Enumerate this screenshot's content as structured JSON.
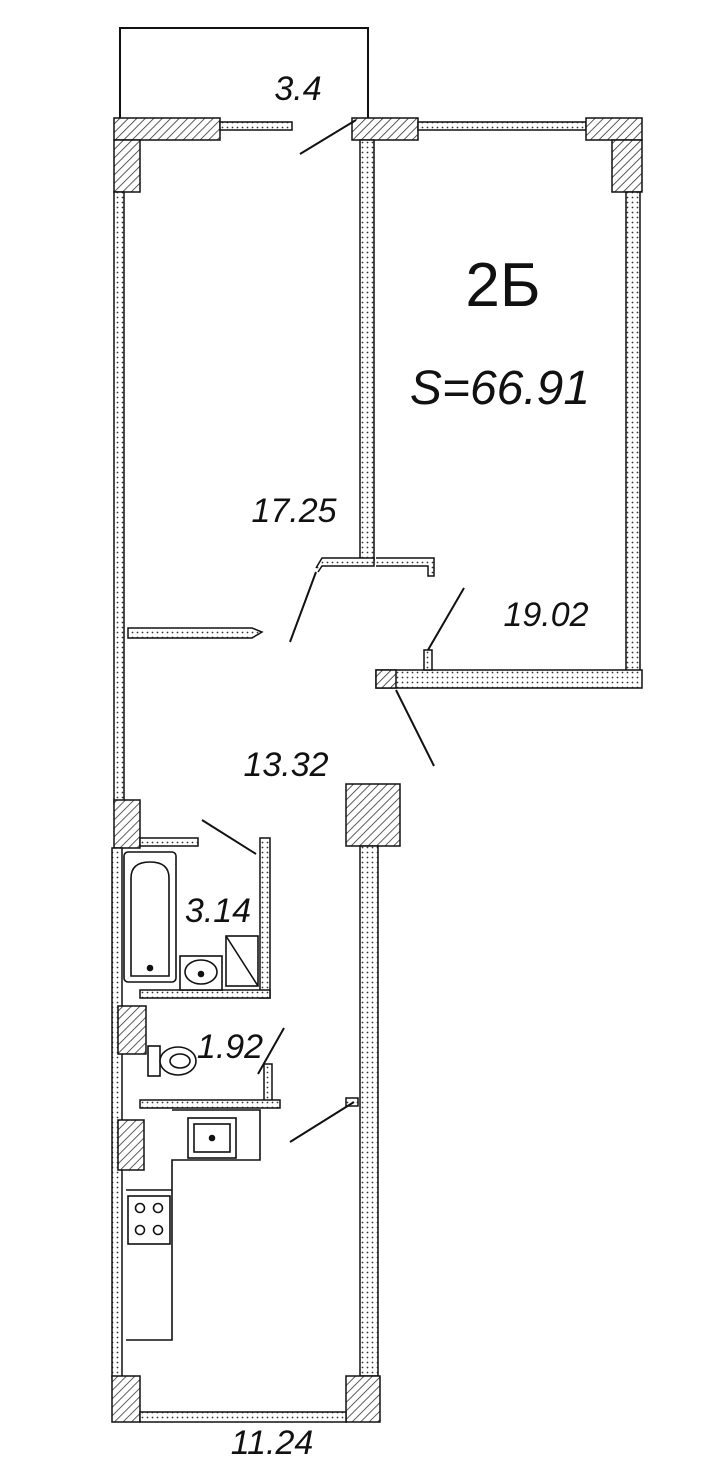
{
  "plan": {
    "apartment_code": "2Б",
    "total_area": "S=66.91",
    "rooms": {
      "balcony": "3.4",
      "room_1": "17.25",
      "room_2": "19.02",
      "hallway": "13.32",
      "bathroom": "3.14",
      "toilet": "1.92",
      "kitchen": "11.24"
    }
  },
  "colors": {
    "ink": "#111111",
    "hatch": "#333333",
    "background": "#ffffff"
  }
}
